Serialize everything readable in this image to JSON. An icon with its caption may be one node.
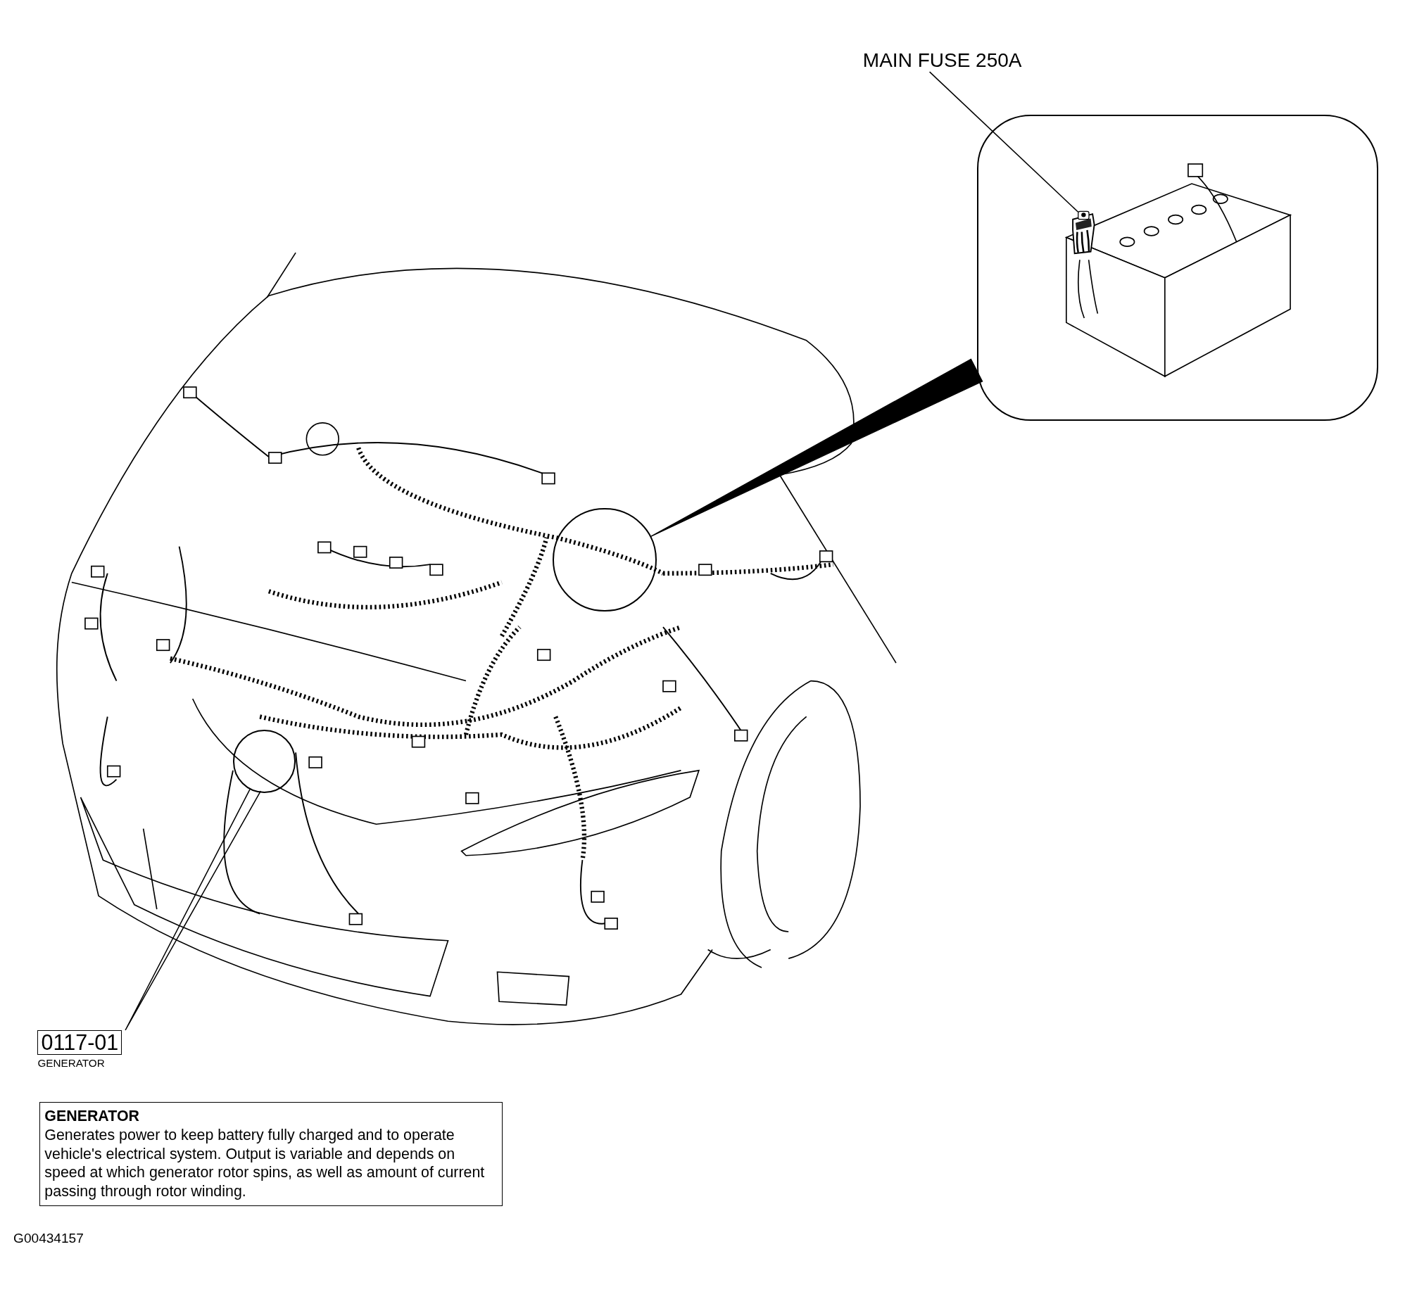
{
  "diagram": {
    "nodes": [
      {
        "text": [
          "MAIN FUSE 250A"
        ]
      },
      {
        "text": [],
        "shape": "picture"
      },
      {
        "text": [],
        "shape": "picture",
        "in": 1
      },
      {
        "text": [],
        "shape": "circle"
      },
      {
        "text": [
          "0117-01"
        ],
        "beside": [
          "GENERATOR"
        ]
      },
      {
        "text": [],
        "shape": "circle"
      },
      {
        "text": [
          "GENERATOR",
          "Generates power to keep battery fully charged and to operate vehicle's electrical system. Output is variable and depends on speed at which generator rotor spins, as well as amount of current passing through rotor winding."
        ]
      }
    ],
    "edges": [
      {
        "from": 0,
        "to": 2,
        "arrow": "none"
      },
      {
        "from": 3,
        "to": 1,
        "arrow": "none",
        "style": "thick"
      },
      {
        "from": 4,
        "to": 5,
        "arrow": "none"
      }
    ],
    "labels": [
      "G00434157"
    ]
  }
}
